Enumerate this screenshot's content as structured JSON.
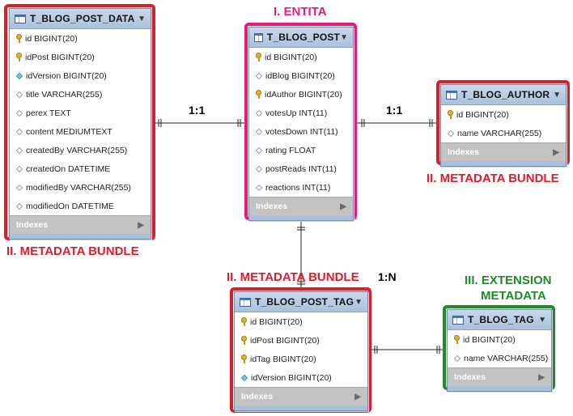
{
  "colors": {
    "red_frame": "#dd1d2a",
    "magenta_frame": "#e8197c",
    "green_frame": "#1f8a2a",
    "label_red": "#dd1d2a",
    "label_magenta": "#e8197c",
    "label_green": "#1f8a2a"
  },
  "labels": {
    "entita": "I. ENTITA",
    "metadata_left": "II. METADATA BUNDLE",
    "metadata_author": "II. METADATA BUNDLE",
    "metadata_tag": "II. METADATA BUNDLE",
    "extension_line1": "III. EXTENSION",
    "extension_line2": "METADATA"
  },
  "cardinalities": {
    "data_post": "1:1",
    "post_author": "1:1",
    "post_tag": "1:N"
  },
  "tables": {
    "post_data": {
      "name": "T_BLOG_POST_DATA",
      "columns": [
        {
          "icon": "key-icon",
          "text": "id BIGINT(20)"
        },
        {
          "icon": "key-icon",
          "text": "idPost BIGINT(20)"
        },
        {
          "icon": "fk-diamond-icon",
          "text": "idVersion BIGINT(20)"
        },
        {
          "icon": "column-diamond-icon",
          "text": "title VARCHAR(255)"
        },
        {
          "icon": "column-diamond-icon",
          "text": "perex TEXT"
        },
        {
          "icon": "column-diamond-icon",
          "text": "content MEDIUMTEXT"
        },
        {
          "icon": "column-diamond-icon",
          "text": "createdBy VARCHAR(255)"
        },
        {
          "icon": "column-diamond-icon",
          "text": "createdOn DATETIME"
        },
        {
          "icon": "column-diamond-icon",
          "text": "modifiedBy VARCHAR(255)"
        },
        {
          "icon": "column-diamond-icon",
          "text": "modifiedOn DATETIME"
        }
      ],
      "indexes": "Indexes"
    },
    "post": {
      "name": "T_BLOG_POST",
      "columns": [
        {
          "icon": "key-icon",
          "text": "id BIGINT(20)"
        },
        {
          "icon": "column-diamond-icon",
          "text": "idBlog BIGINT(20)"
        },
        {
          "icon": "key-icon",
          "text": "idAuthor BIGINT(20)"
        },
        {
          "icon": "column-diamond-icon",
          "text": "votesUp INT(11)"
        },
        {
          "icon": "column-diamond-icon",
          "text": "votesDown INT(11)"
        },
        {
          "icon": "column-diamond-icon",
          "text": "rating FLOAT"
        },
        {
          "icon": "column-diamond-icon",
          "text": "postReads INT(11)"
        },
        {
          "icon": "column-diamond-icon",
          "text": "reactions INT(11)"
        }
      ],
      "indexes": "Indexes"
    },
    "author": {
      "name": "T_BLOG_AUTHOR",
      "columns": [
        {
          "icon": "key-icon",
          "text": "id BIGINT(20)"
        },
        {
          "icon": "column-diamond-icon",
          "text": "name VARCHAR(255)"
        }
      ],
      "indexes": "Indexes"
    },
    "post_tag": {
      "name": "T_BLOG_POST_TAG",
      "columns": [
        {
          "icon": "key-icon",
          "text": "id BIGINT(20)"
        },
        {
          "icon": "key-icon",
          "text": "idPost BIGINT(20)"
        },
        {
          "icon": "key-icon",
          "text": "idTag BIGINT(20)"
        },
        {
          "icon": "fk-diamond-icon",
          "text": "idVersion BIGINT(20)"
        }
      ],
      "indexes": "Indexes"
    },
    "tag": {
      "name": "T_BLOG_TAG",
      "columns": [
        {
          "icon": "key-icon",
          "text": "id BIGINT(20)"
        },
        {
          "icon": "column-diamond-icon",
          "text": "name VARCHAR(255)"
        }
      ],
      "indexes": "Indexes"
    }
  }
}
